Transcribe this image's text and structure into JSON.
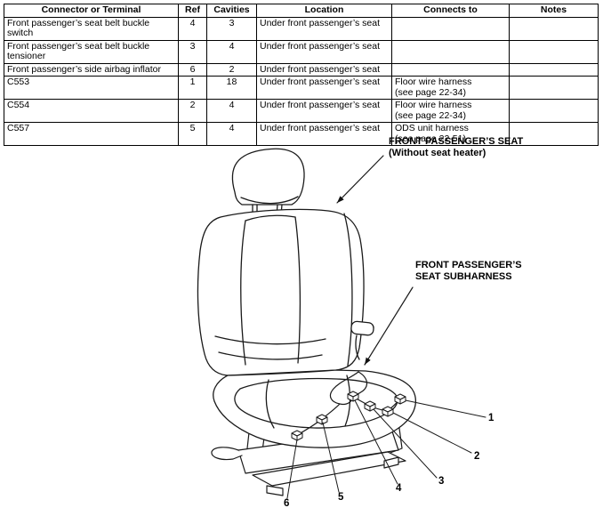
{
  "table": {
    "headers": [
      "Connector or Terminal",
      "Ref",
      "Cavities",
      "Location",
      "Connects to",
      "Notes"
    ],
    "rows": [
      {
        "connector": "Front passenger’s seat belt buckle switch",
        "ref": "4",
        "cavities": "3",
        "location": "Under front passenger’s seat",
        "connects_to": "",
        "notes": ""
      },
      {
        "connector": "Front passenger’s seat belt buckle tensioner",
        "ref": "3",
        "cavities": "4",
        "location": "Under front passenger’s seat",
        "connects_to": "",
        "notes": ""
      },
      {
        "connector": "Front passenger’s side airbag inflator",
        "ref": "6",
        "cavities": "2",
        "location": "Under front passenger’s seat",
        "connects_to": "",
        "notes": ""
      },
      {
        "connector": "C553",
        "ref": "1",
        "cavities": "18",
        "location": "Under front passenger’s seat",
        "connects_to": "Floor wire harness\n(see page 22-34)",
        "notes": ""
      },
      {
        "connector": "C554",
        "ref": "2",
        "cavities": "4",
        "location": "Under front passenger’s seat",
        "connects_to": "Floor wire harness\n(see page 22-34)",
        "notes": ""
      },
      {
        "connector": "C557",
        "ref": "5",
        "cavities": "4",
        "location": "Under front passenger’s seat",
        "connects_to": "ODS unit harness\n(see page 22-51)",
        "notes": ""
      }
    ]
  },
  "diagram": {
    "seat_label_line1": "FRONT PASSENGER’S SEAT",
    "seat_label_line2": "(Without seat heater)",
    "subharness_label_line1": "FRONT PASSENGER’S",
    "subharness_label_line2": "SEAT SUBHARNESS",
    "callouts": [
      "1",
      "2",
      "3",
      "4",
      "5",
      "6"
    ]
  }
}
